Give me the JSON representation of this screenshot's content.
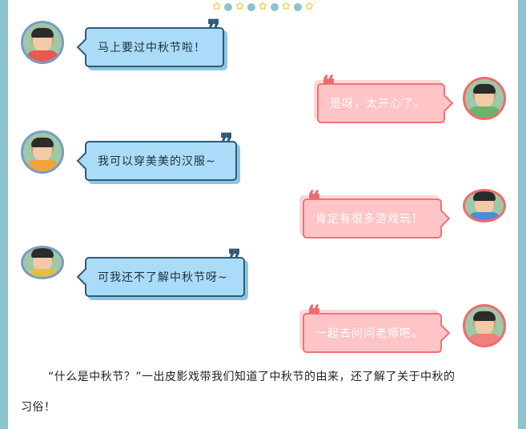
{
  "messages": [
    {
      "side": "left",
      "text": "马上要过中秋节啦！"
    },
    {
      "side": "right",
      "text": "是呀，太开心了。"
    },
    {
      "side": "left",
      "text": "我可以穿美美的汉服~"
    },
    {
      "side": "right",
      "text": "肯定有很多游戏玩！"
    },
    {
      "side": "left",
      "text": "可我还不了解中秋节呀~"
    },
    {
      "side": "right",
      "text": "一起去问问老师吧。"
    }
  ],
  "paragraph": {
    "line1": "“什么是中秋节？”一出皮影戏带我们知道了中秋节的由来，还了解了关于中秋的",
    "line2": "习俗！"
  },
  "colors": {
    "frame": "#8cc3cf",
    "blue_bubble": "#aadcf9",
    "pink_bubble": "#ffc4c6",
    "pink_border": "#ef7477",
    "blue_border": "#2f5a78"
  }
}
